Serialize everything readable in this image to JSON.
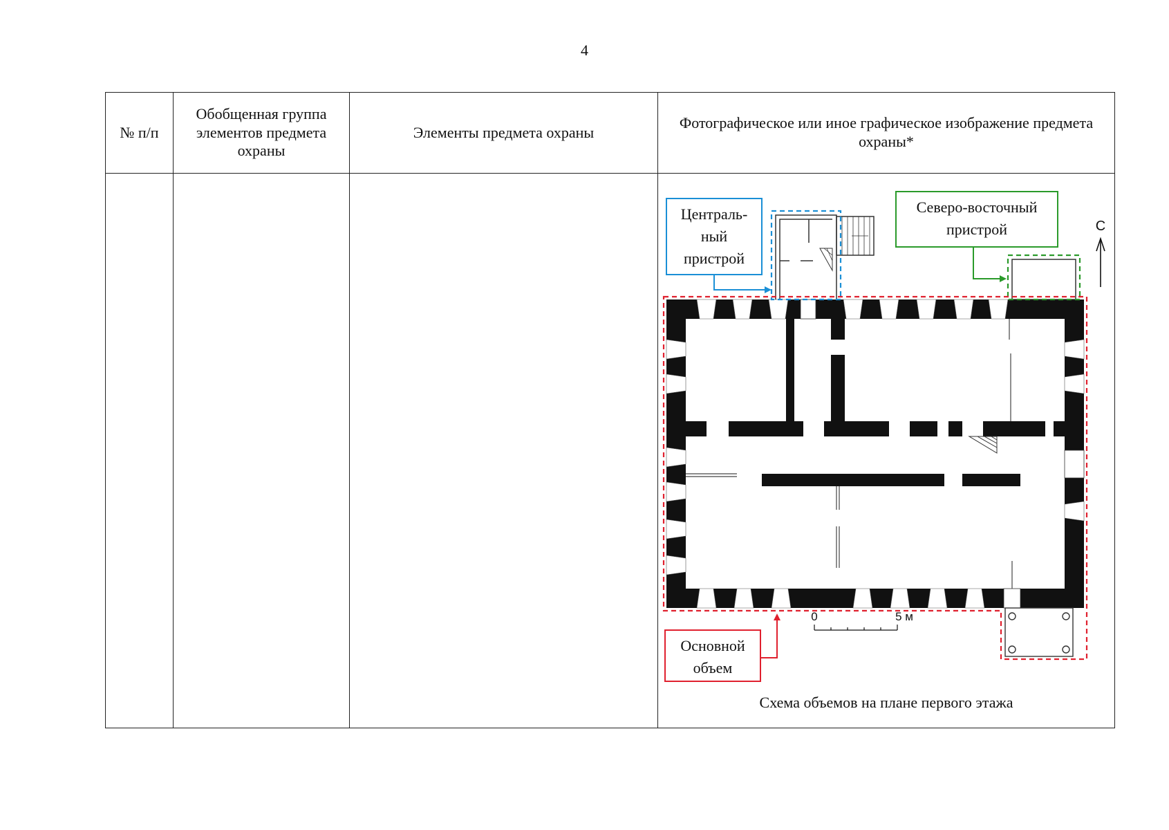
{
  "page_number": "4",
  "table": {
    "headers": [
      "№ п/п",
      "Обобщенная группа элементов предмета охраны",
      "Элементы предмета охраны",
      "Фотографическое или иное графическое изображение предмета охраны*"
    ],
    "row": {
      "number": "",
      "group": "",
      "elements": ""
    }
  },
  "plan": {
    "labels": {
      "central": [
        "Централь-",
        "ный",
        "пристрой"
      ],
      "northeast": [
        "Северо-восточный",
        "пристрой"
      ],
      "main": [
        "Основной",
        "объем"
      ]
    },
    "north_label": "С",
    "scale": {
      "start": "0",
      "end": "5 м"
    },
    "caption": "Схема объемов на плане первого этажа",
    "colors": {
      "central": "#1a8fd6",
      "northeast": "#2a9a2a",
      "main": "#e0202e",
      "walls": "#111111"
    }
  }
}
